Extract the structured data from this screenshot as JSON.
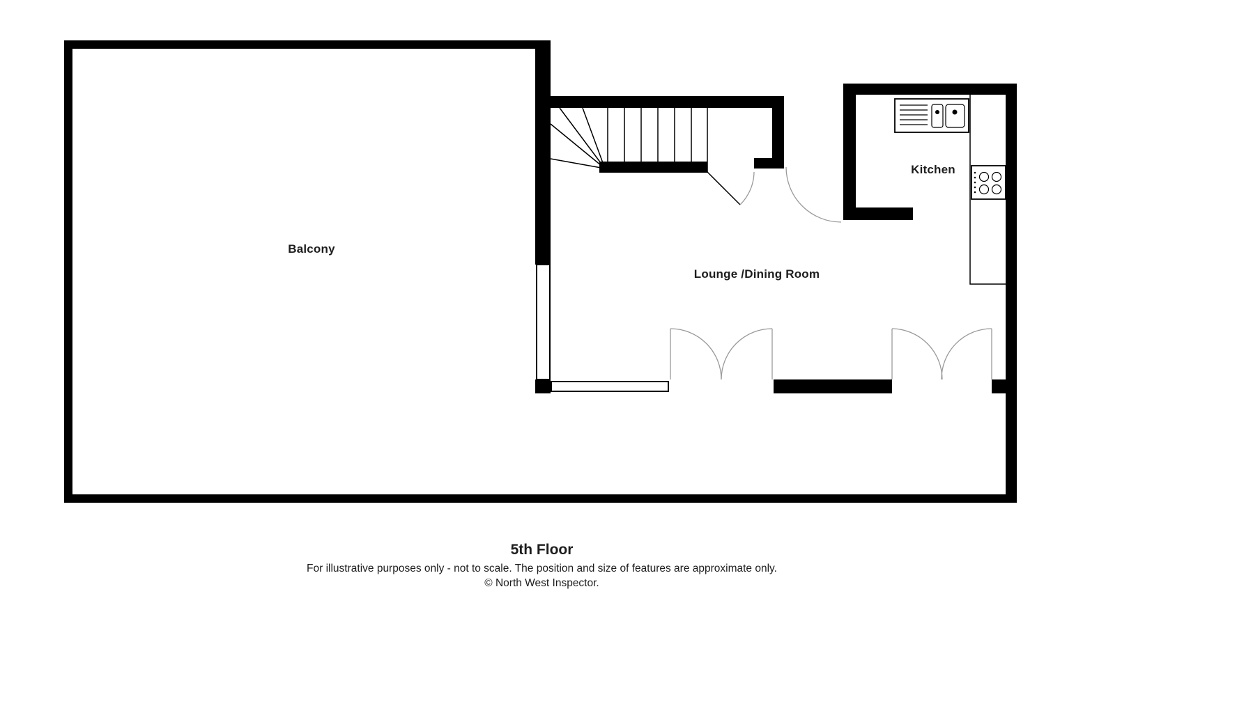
{
  "plan": {
    "rooms": {
      "balcony": "Balcony",
      "lounge_dining": "Lounge /Dining Room",
      "kitchen": "Kitchen"
    },
    "fixtures": {
      "stairs": "staircase",
      "sink": "kitchen-sink-unit",
      "hob": "cooker-hob",
      "balcony_window": "window",
      "south_window": "window",
      "stair_door": "door-swing",
      "entry_door": "door-swing",
      "french_doors_left": "double-door-swing",
      "french_doors_right": "double-door-swing"
    }
  },
  "footer": {
    "floor_title": "5th Floor",
    "disclaimer": "For illustrative purposes only - not to scale. The position and size of features are approximate only.",
    "copyright": "© North West Inspector."
  },
  "colors": {
    "wall": "#000000",
    "door-arc": "#9a9a9a",
    "background": "#ffffff",
    "text": "#1d1d1d"
  }
}
